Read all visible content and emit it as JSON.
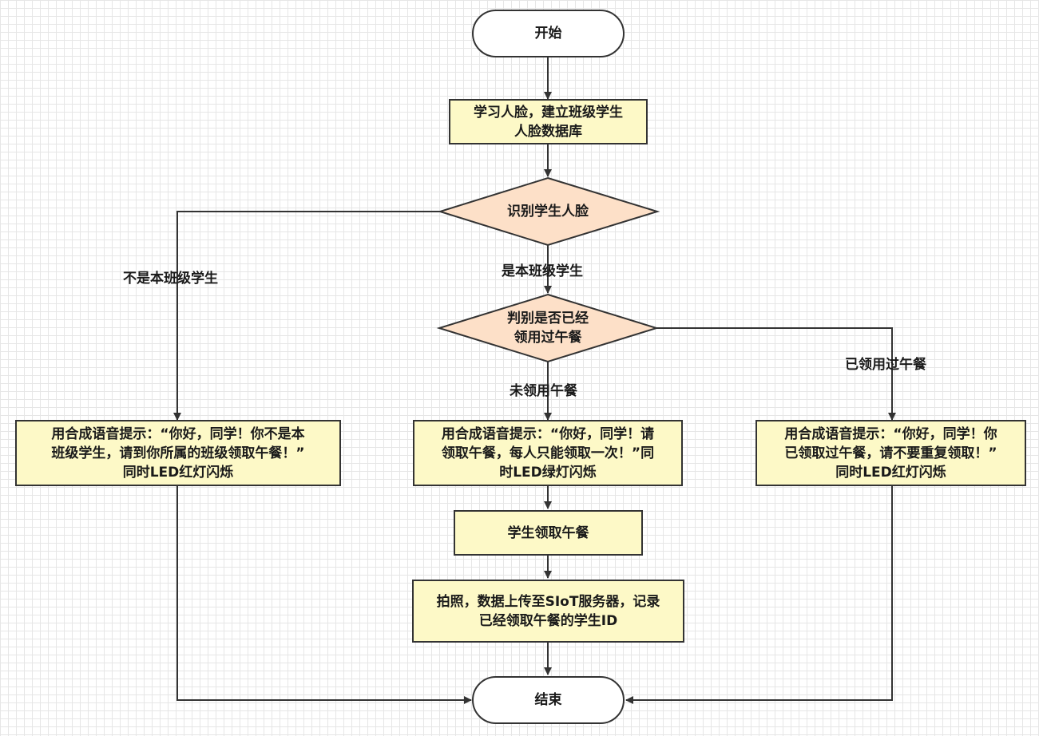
{
  "nodes": {
    "start": "开始",
    "learn": "学习人脸，建立班级学生\n人脸数据库",
    "recognize": "识别学生人脸",
    "judge": "判别是否已经\n领用过午餐",
    "not_class_msg": "用合成语音提示：“你好，同学！你不是本\n班级学生，请到你所属的班级领取午餐！”\n同时LED红灯闪烁",
    "ok_msg": "用合成语音提示：“你好，同学！请\n领取午餐，每人只能领取一次！”同\n时LED绿灯闪烁",
    "already_msg": "用合成语音提示：“你好，同学！你\n已领取过午餐，请不要重复领取！”\n同时LED红灯闪烁",
    "take_lunch": "学生领取午餐",
    "photo_upload": "拍照，数据上传至SIoT服务器，记录\n已经领取午餐的学生ID",
    "end": "结束"
  },
  "edge_labels": {
    "not_class": "不是本班级学生",
    "is_class": "是本班级学生",
    "not_taken": "未领用午餐",
    "already_taken": "已领用过午餐"
  },
  "colors": {
    "process_fill": "#fdf9c7",
    "decision_fill": "#fde0c8",
    "terminal_fill": "#ffffff",
    "stroke": "#333333"
  }
}
